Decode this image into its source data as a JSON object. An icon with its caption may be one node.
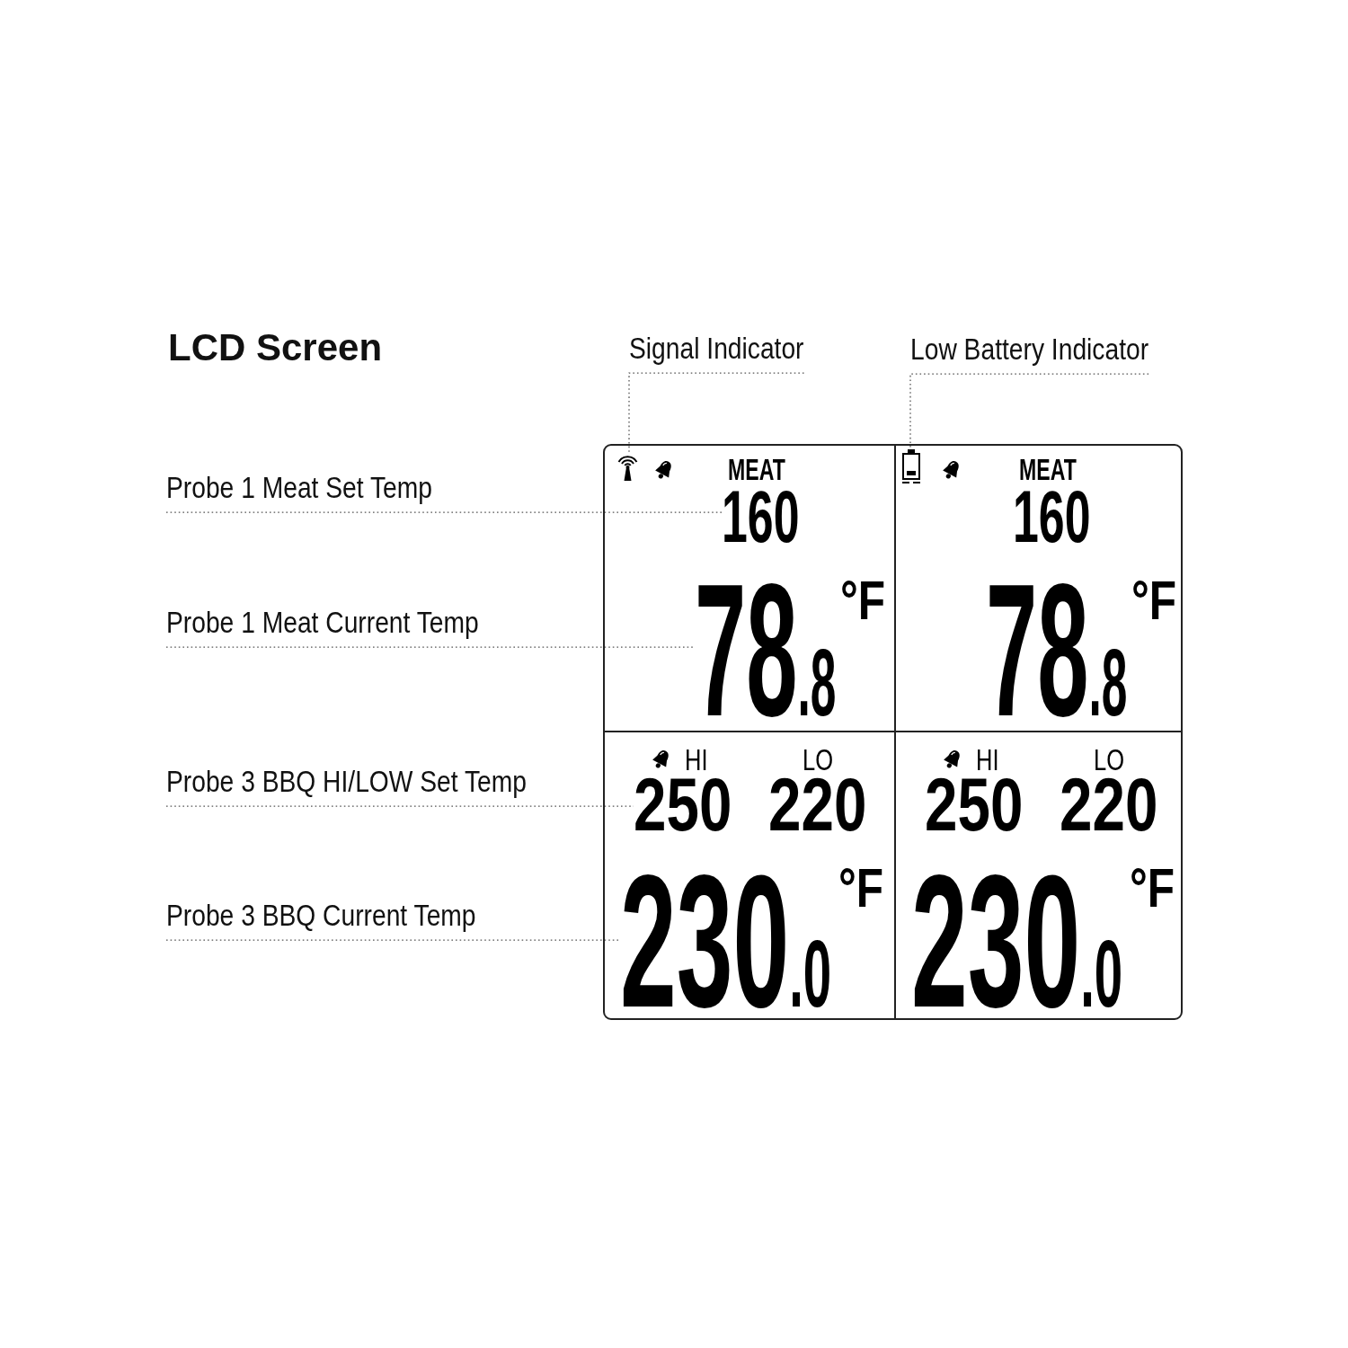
{
  "diagram": {
    "title": "LCD Screen",
    "nodes": [
      {
        "text": [
          "Signal Indicator"
        ]
      },
      {
        "text": [
          "Low Battery Indicator"
        ]
      },
      {
        "text": [
          "Probe 1 Meat Set Temp"
        ]
      },
      {
        "text": [
          "Probe 1 Meat Current Temp"
        ]
      },
      {
        "text": [
          "Probe 3 BBQ HI/LOW Set Temp"
        ]
      },
      {
        "text": [
          "Probe 3 BBQ Current Temp"
        ]
      },
      {
        "text": [],
        "shape": "box"
      },
      {
        "text": [
          "MEAT",
          "°F"
        ],
        "in": 6
      },
      {
        "text": [],
        "shape": "picture",
        "in": 7
      },
      {
        "text": [
          "160"
        ],
        "in": 7
      },
      {
        "text": [
          "78.8"
        ],
        "in": 7
      },
      {
        "text": [
          "MEAT",
          "160",
          "78.8",
          "°F"
        ],
        "in": 6
      },
      {
        "text": [],
        "shape": "picture",
        "in": 11
      },
      {
        "text": [
          "HI",
          "LO",
          "220",
          "°F"
        ],
        "in": 6
      },
      {
        "text": [
          "250"
        ],
        "in": 13
      },
      {
        "text": [
          "230.0"
        ],
        "in": 13
      },
      {
        "text": [
          "HI",
          "LO",
          "250",
          "220",
          "230.0",
          "°F"
        ],
        "in": 6
      }
    ],
    "edges": [
      {
        "from": 0,
        "to": 8,
        "arrow": "none",
        "style": "dashed"
      },
      {
        "from": 1,
        "to": 12,
        "arrow": "none",
        "style": "dashed"
      },
      {
        "from": 2,
        "to": 9,
        "arrow": "none",
        "style": "dashed"
      },
      {
        "from": 3,
        "to": 10,
        "arrow": "none",
        "style": "dashed"
      },
      {
        "from": 4,
        "to": 14,
        "arrow": "none",
        "style": "dashed"
      },
      {
        "from": 5,
        "to": 15,
        "arrow": "none",
        "style": "dashed"
      }
    ]
  }
}
